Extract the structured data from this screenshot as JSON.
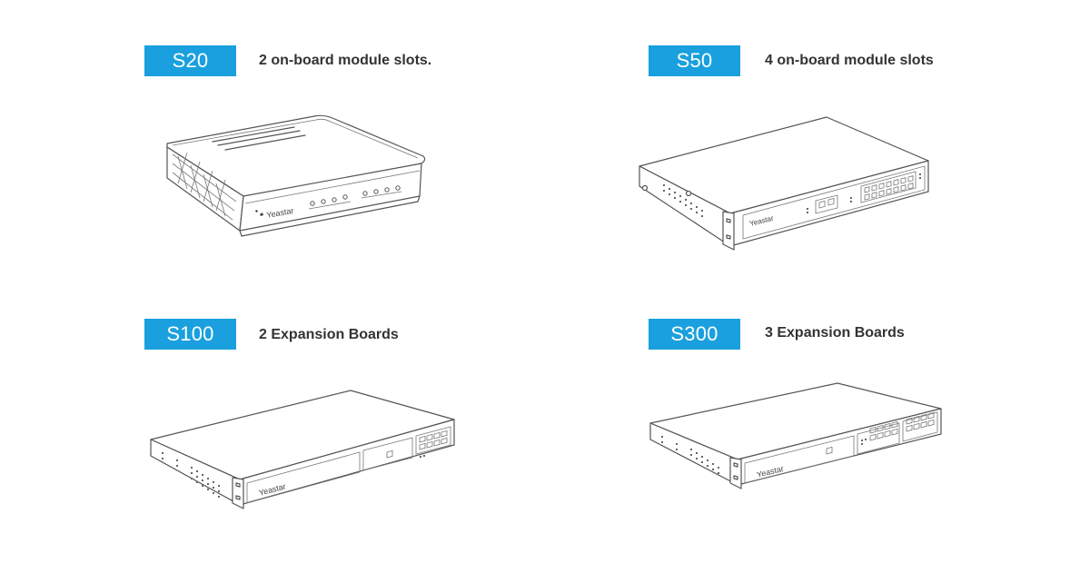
{
  "colors": {
    "badge_bg": "#1aa0de",
    "badge_text": "#ffffff",
    "description_text": "#333333",
    "drawing_stroke": "#555555"
  },
  "products": [
    {
      "model": "S20",
      "description": "2 on-board module slots.",
      "brand_label": "Yeastar",
      "icon": "s20-desktop-pbx-drawing"
    },
    {
      "model": "S50",
      "description": "4 on-board module slots",
      "brand_label": "Yeastar",
      "icon": "s50-rack-pbx-drawing"
    },
    {
      "model": "S100",
      "description": "2 Expansion Boards",
      "brand_label": "Yeastar",
      "icon": "s100-rack-pbx-drawing"
    },
    {
      "model": "S300",
      "description": "3 Expansion Boards",
      "brand_label": "Yeastar",
      "icon": "s300-rack-pbx-drawing"
    }
  ]
}
